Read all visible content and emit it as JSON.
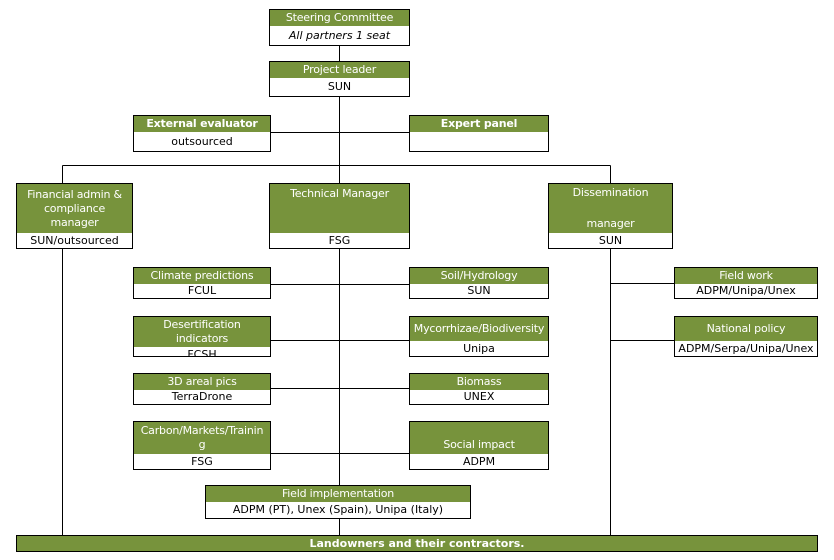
{
  "steering_committee": {
    "title": "Steering Committee",
    "detail": "All partners 1 seat"
  },
  "project_leader": {
    "title": "Project leader",
    "detail": "SUN"
  },
  "external_evaluator": {
    "title": "External evaluator",
    "detail": "outsourced"
  },
  "expert_panel": {
    "title": "Expert panel",
    "detail": ""
  },
  "financial_admin": {
    "title": "Financial admin & compliance manager",
    "detail": "SUN/outsourced"
  },
  "technical_manager": {
    "title": "Technical Manager",
    "detail": "FSG"
  },
  "dissemination_manager": {
    "title_line1": "Dissemination",
    "title_line2": "manager",
    "detail": "SUN"
  },
  "climate_predictions": {
    "title": "Climate predictions",
    "detail": "FCUL"
  },
  "soil_hydrology": {
    "title": "Soil/Hydrology",
    "detail": "SUN"
  },
  "field_work": {
    "title": "Field work",
    "detail": "ADPM/Unipa/Unex"
  },
  "desertification_indicators": {
    "title": "Desertification indicators",
    "detail": "FCSH"
  },
  "mycorrhizae_biodiversity": {
    "title": "Mycorrhizae/Biodiversity",
    "detail": "Unipa"
  },
  "national_policy": {
    "title": "National policy",
    "detail": "ADPM/Serpa/Unipa/Unex"
  },
  "areal_pics": {
    "title": "3D areal pics",
    "detail": "TerraDrone"
  },
  "biomass": {
    "title": "Biomass",
    "detail": "UNEX"
  },
  "carbon_markets_training": {
    "title_line1": "Carbon/Markets/Trainin",
    "title_line2": "g",
    "detail": "FSG"
  },
  "social_impact": {
    "title": "Social impact",
    "detail": "ADPM"
  },
  "field_implementation": {
    "title": "Field implementation",
    "detail": "ADPM (PT), Unex (Spain), Unipa (Italy)"
  },
  "landowners": {
    "title": "Landowners and their contractors."
  },
  "colors": {
    "header_green": "#77933c",
    "header_text": "#ffffff",
    "lines": "#000000"
  }
}
